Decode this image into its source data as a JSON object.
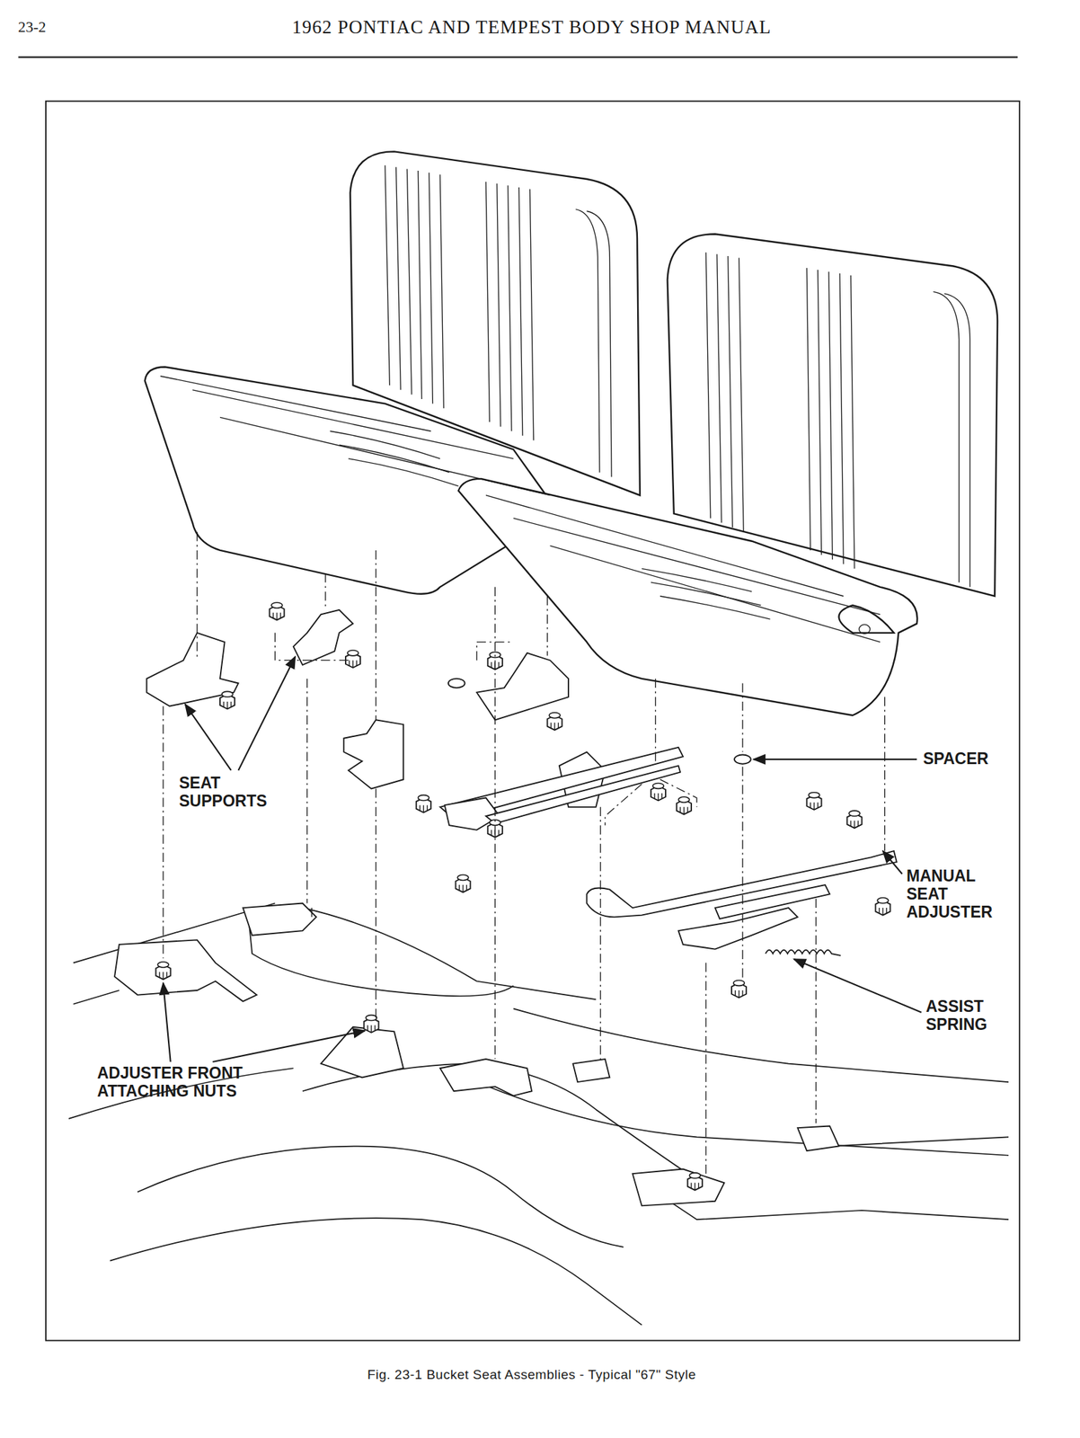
{
  "diagram": {
    "title": "1962 PONTIAC AND TEMPEST BODY SHOP MANUAL",
    "caption": "Fig. 23-1 Bucket Seat Assemblies - Typical \"67\" Style",
    "labels": [
      "23-2",
      "SEAT SUPPORTS",
      "SPACER",
      "MANUAL SEAT ADJUSTER",
      "ASSIST SPRING",
      "ADJUSTER FRONT ATTACHING NUTS"
    ]
  }
}
